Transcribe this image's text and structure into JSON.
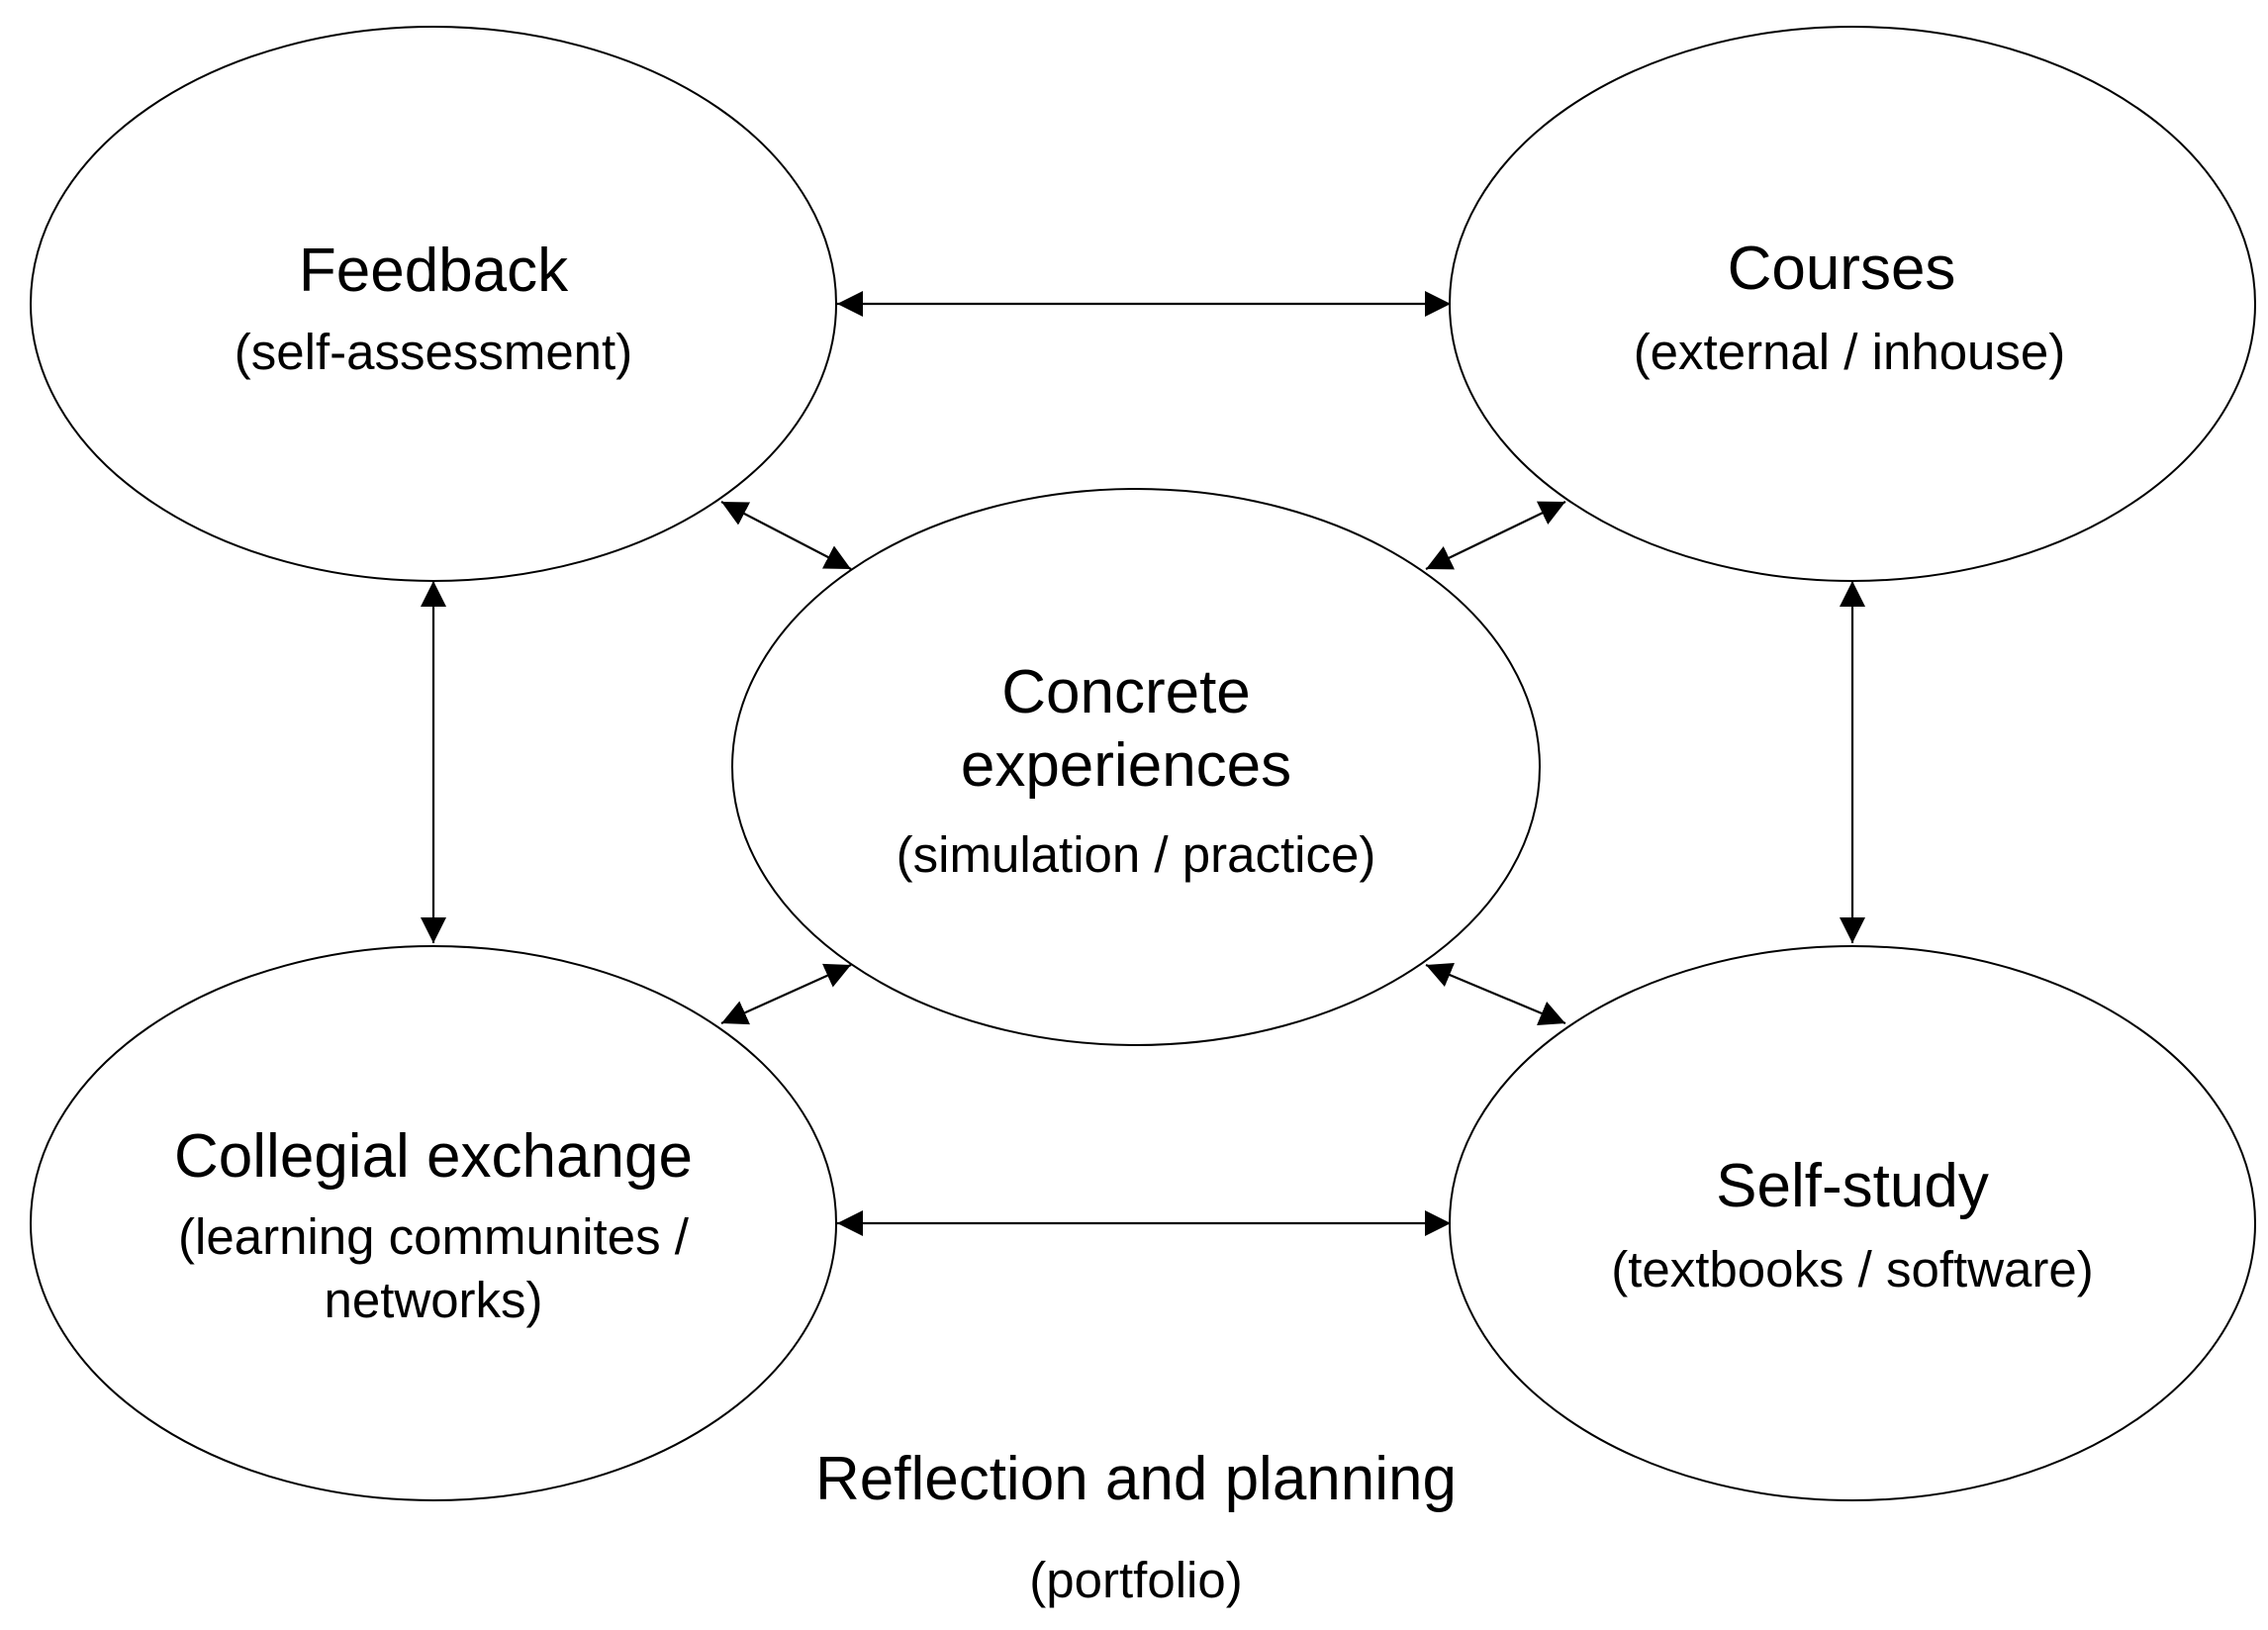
{
  "nodes": {
    "feedback": {
      "title": "Feedback",
      "subtitle": "(self-assessment)"
    },
    "courses": {
      "title": "Courses",
      "subtitle": "(external / inhouse)"
    },
    "concrete": {
      "title_line1": "Concrete",
      "title_line2": "experiences",
      "subtitle": "(simulation / practice)"
    },
    "collegial": {
      "title": "Collegial exchange",
      "subtitle_line1": "(learning communites /",
      "subtitle_line2": "networks)"
    },
    "selfstudy": {
      "title": "Self-study",
      "subtitle": "(textbooks / software)"
    }
  },
  "footer": {
    "title": "Reflection and planning",
    "subtitle": "(portfolio)"
  },
  "edges": [
    {
      "from": "feedback",
      "to": "courses",
      "direction": "both"
    },
    {
      "from": "feedback",
      "to": "collegial",
      "direction": "both"
    },
    {
      "from": "courses",
      "to": "selfstudy",
      "direction": "both"
    },
    {
      "from": "collegial",
      "to": "selfstudy",
      "direction": "both"
    },
    {
      "from": "feedback",
      "to": "concrete",
      "direction": "both"
    },
    {
      "from": "courses",
      "to": "concrete",
      "direction": "both"
    },
    {
      "from": "collegial",
      "to": "concrete",
      "direction": "both"
    },
    {
      "from": "selfstudy",
      "to": "concrete",
      "direction": "both"
    }
  ],
  "colors": {
    "stroke": "#000000",
    "fill": "#ffffff",
    "text": "#000000"
  }
}
